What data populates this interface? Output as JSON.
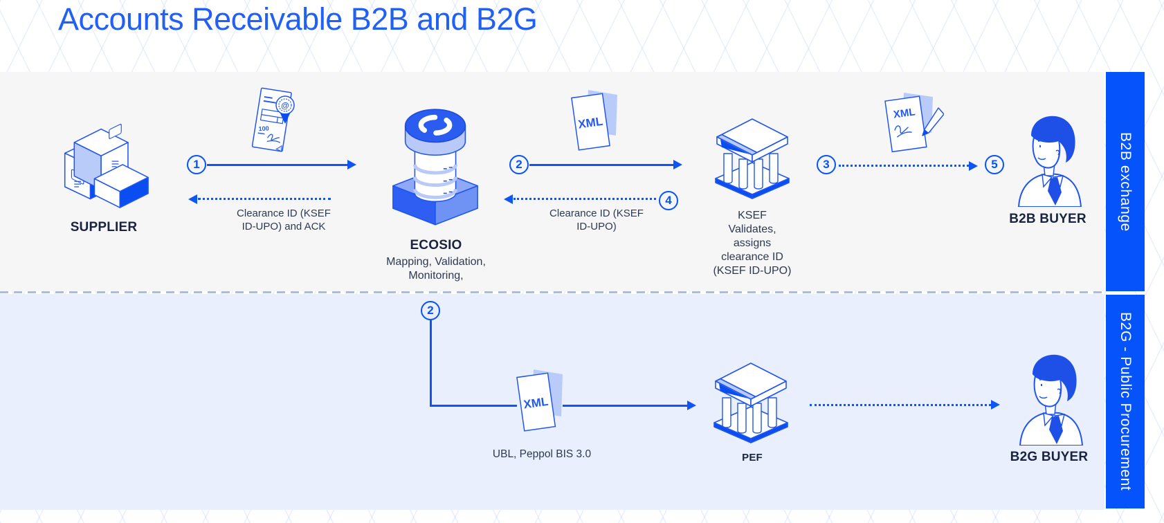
{
  "title": "Accounts Receivable B2B and B2G",
  "side_labels": {
    "b2b": "B2B exchange",
    "b2g": "B2G - Public Procurement"
  },
  "steps": {
    "s1": "1",
    "s2": "2",
    "s3": "3",
    "s4": "4",
    "s5": "5",
    "s2b": "2"
  },
  "nodes": {
    "supplier": {
      "label": "SUPPLIER"
    },
    "ecosio": {
      "label": "ECOSIO",
      "sublabel": "Mapping, Validation,\nMonitoring,"
    },
    "ksef": {
      "label": "KSEF\nValidates,\nassigns\nclearance ID\n(KSEF ID-UPO)"
    },
    "b2b_buyer": {
      "label": "B2B BUYER"
    },
    "pef": {
      "label": "PEF"
    },
    "b2g_buyer": {
      "label": "B2G BUYER"
    }
  },
  "flow_labels": {
    "clearance_to_supplier": "Clearance ID (KSEF\nID-UPO) and ACK",
    "clearance_to_ecosio": "Clearance ID (KSEF\nID-UPO)",
    "ubl": "UBL, Peppol BIS 3.0"
  },
  "icons": {
    "xml_doc_text": "XML",
    "invoice_badge_text": "@",
    "invoice_amount_text": "100",
    "supplier": "boxes-icon",
    "invoice": "signed-invoice-icon",
    "ecosio": "sync-database-icon",
    "ksef": "government-building-icon",
    "pef": "government-building-icon",
    "buyer": "businessman-icon"
  },
  "colors": {
    "primary": "#0453fb",
    "title": "#2160f3",
    "section_b2b_bg": "#f6f6f7",
    "section_b2g_bg": "#e9effc",
    "divider": "#a8bce9",
    "text_dark": "#19233f",
    "text_label": "#2c3950",
    "icon_light_fill": "#b9ccf9"
  }
}
